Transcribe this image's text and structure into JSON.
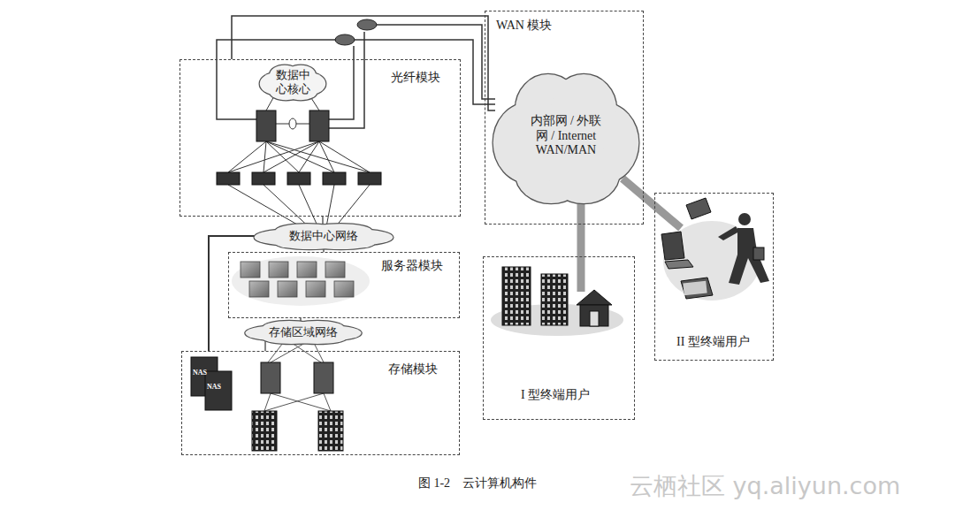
{
  "diagram": {
    "caption": "图 1-2　云计算机构件",
    "nodes": [
      {
        "text": [
          "光纤模块"
        ]
      },
      {
        "text": [
          "数据中心核心"
        ],
        "in": 0
      },
      {
        "text": [
          "数据中心网络"
        ]
      },
      {
        "text": [
          "服务器模块"
        ]
      },
      {
        "text": [
          "存储区域网络"
        ]
      },
      {
        "text": [
          "存储模块"
        ]
      },
      {
        "text": [
          "WAN 模块"
        ]
      },
      {
        "text": [
          "内部网 / 外联网 / Internet WAN/MAN"
        ],
        "in": 6
      },
      {
        "text": [
          "I 型终端用户"
        ]
      },
      {
        "text": [
          "II 型终端用户"
        ]
      }
    ],
    "edges": [
      {
        "from": 0,
        "to": 2,
        "arrow": "none"
      },
      {
        "from": 2,
        "to": 3,
        "arrow": "none"
      },
      {
        "from": 3,
        "to": 4,
        "arrow": "none"
      },
      {
        "from": 4,
        "to": 5,
        "arrow": "none"
      },
      {
        "from": 2,
        "to": 5,
        "arrow": "none"
      },
      {
        "from": 0,
        "to": 7,
        "arrow": "none"
      },
      {
        "from": 7,
        "to": 8,
        "arrow": "none"
      },
      {
        "from": 7,
        "to": 9,
        "arrow": "none"
      }
    ],
    "labels": [
      "NAS",
      "NAS",
      "云栖社区 yq.aliyun.com"
    ]
  }
}
